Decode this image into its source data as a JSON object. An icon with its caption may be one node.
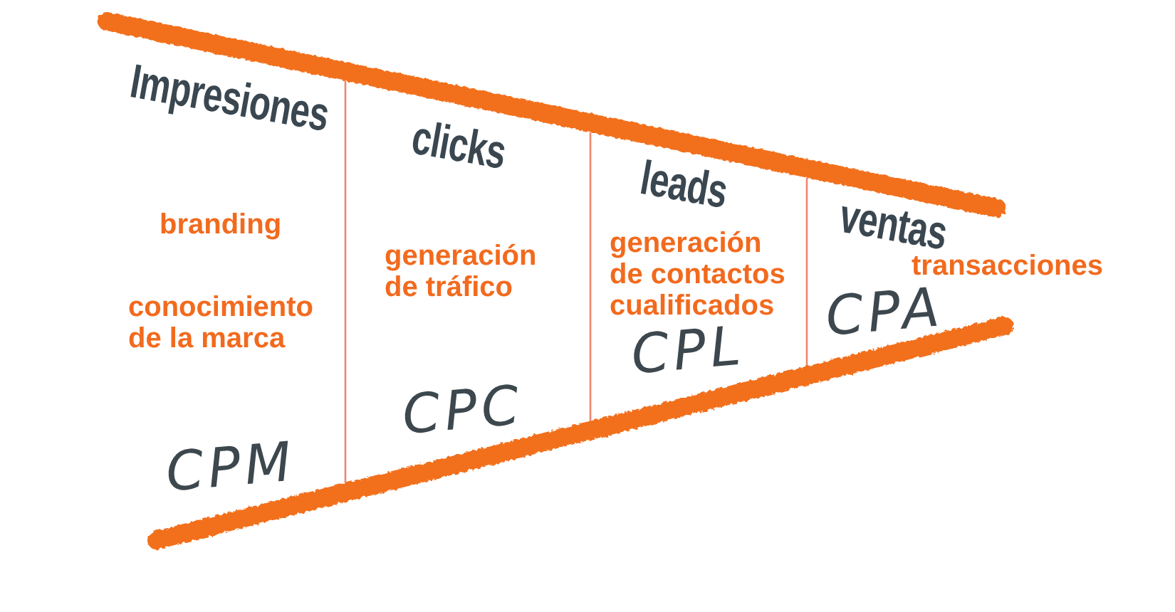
{
  "diagram": {
    "nodes": [
      {
        "text": [
          "Impresiones",
          "branding",
          "conocimiento de la marca",
          "CPM"
        ]
      },
      {
        "text": [
          "clicks",
          "generación de tráfico",
          "CPC"
        ]
      },
      {
        "text": [
          "leads",
          "generación de contactos cualificados",
          "CPL"
        ]
      },
      {
        "text": [
          "ventas",
          "transacciones",
          "CPA"
        ]
      }
    ]
  }
}
